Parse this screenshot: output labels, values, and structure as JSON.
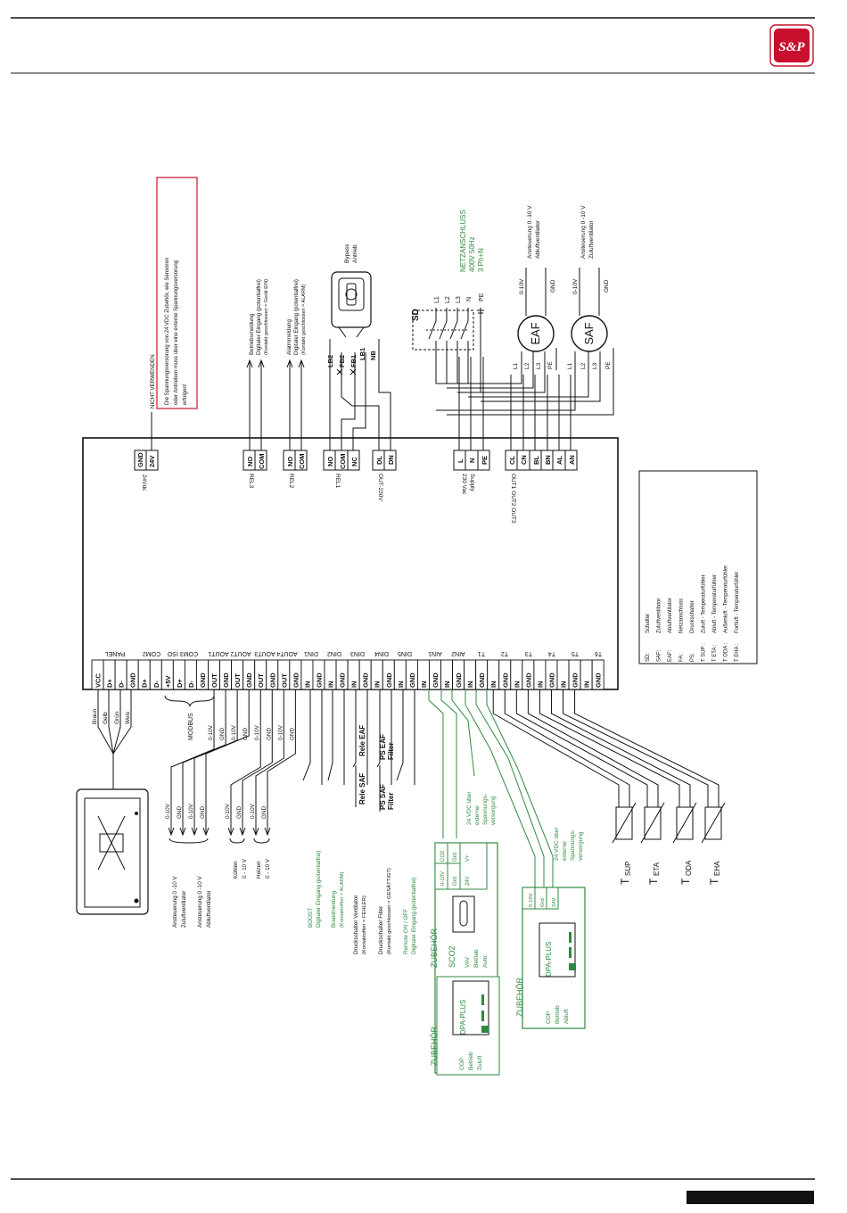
{
  "header": {
    "logo_text": "S&P",
    "logo_color": "#c8102e"
  },
  "footer": {
    "bar_color": "#111111"
  },
  "colors": {
    "wire": "#111111",
    "accessory": "#2d8a3e",
    "note_border": "#c8102e"
  },
  "top": {
    "gnd": "GND",
    "v24": "24V",
    "v24dc": "24Vdc",
    "nicht": "NICHT VERWENDEN",
    "note": [
      "Die Spannungsversorung von 24 VDC Zubehör, wie Sensoren",
      "oder Antrieben muss über eine externe Spannungsversorung",
      "erfolgen!"
    ],
    "rel3_label": "REL3",
    "rel2_label": "REL2",
    "rel1_label": "REL1",
    "no": "NO",
    "com": "COM",
    "nc": "NC",
    "betrieb": [
      "Betriebsmeldung",
      "Digitaler Eingang (potentialfrei)",
      "(Kontakt geschlossen = Gerät EIN)"
    ],
    "alarm": [
      "Alarmmeldung",
      "Digitaler Eingang (potentialfrei)",
      "(Kontakt geschlossen = ALARM)"
    ],
    "bypass": [
      "Bypass",
      "Antrieb"
    ],
    "lb2": "LB2",
    "fb2": "FB2",
    "fb1": "FB1",
    "lb1": "LB1",
    "nb": "NB",
    "dl": "DL",
    "dn": "DN",
    "out230": "OUT-230V",
    "netz": [
      "NETZANSCHLUSS",
      "400V 50Hz",
      "3 Ph+N"
    ],
    "sd": "SD",
    "phases": [
      "L1",
      "L2",
      "L3",
      "N",
      "PE"
    ],
    "eaf": "EAF",
    "saf": "SAF",
    "fan_terms": [
      "L1",
      "L2",
      "L3",
      "PE"
    ],
    "ctrl": [
      "0-10V",
      "GND"
    ],
    "eaf_ctrl": [
      "Ansteuerung 0 -10 V",
      "Abluftventilator"
    ],
    "saf_ctrl": [
      "Ansteuerung 0 -10 V",
      "Zuluftventilator"
    ],
    "supply_terms": [
      "L",
      "N",
      "PE"
    ],
    "vac230": "230 Vac",
    "supply": "Supply",
    "out_terms": [
      "CL",
      "CN",
      "BL",
      "BN",
      "AL",
      "AN"
    ],
    "outs": "OUT1 OUT2 OUT3"
  },
  "legend": [
    [
      "SD:",
      "Schalter"
    ],
    [
      "SAF:",
      "Zuluftventilator"
    ],
    [
      "EAF:",
      "Abluftventilator"
    ],
    [
      "FA:",
      "Netzanschluss"
    ],
    [
      "PS:",
      "Druckschalter"
    ],
    [
      "T SUP :",
      "Zuluft - Temperaturfühler"
    ],
    [
      "T ETA :",
      "Abluft - Temperaturfühler"
    ],
    [
      "T ODA :",
      "Außenluft - Temperaturfühler"
    ],
    [
      "T EHA :",
      "Fortluft - Temperaturfühler"
    ]
  ],
  "bottom": {
    "groups": [
      "PANEL",
      "COM2",
      "COM3 ISO",
      "AOUT1",
      "AOUT2",
      "AOUT3",
      "AOUT4",
      "DIN1",
      "DIN2",
      "DIN3",
      "DIN4",
      "DIN5",
      "AIN1",
      "AIN2",
      "T1",
      "T2",
      "T3",
      "T4",
      "T5",
      "T6"
    ],
    "terms": [
      "VCC",
      "D+",
      "D-",
      "GND",
      "D+",
      "D-",
      "+5V",
      "D+",
      "D-",
      "GND",
      "OUT",
      "GND",
      "OUT",
      "GND",
      "OUT",
      "GND",
      "OUT",
      "GND",
      "IN",
      "GND",
      "IN",
      "GND",
      "IN",
      "GND",
      "IN",
      "GND",
      "IN",
      "GND",
      "IN",
      "GND",
      "IN",
      "GND",
      "IN",
      "GND",
      "IN",
      "GND",
      "IN",
      "GND",
      "IN",
      "GND",
      "IN",
      "GND",
      "IN",
      "GND"
    ],
    "panel_wires": [
      "Braun",
      "Gelb",
      "Grün",
      "Weis"
    ],
    "modbus": "MODBUS",
    "aout_wires": [
      "0-10V",
      "GND",
      "0-10V",
      "GND",
      "0-10V",
      "GND",
      "0-10V",
      "GND"
    ],
    "aout_ends": [
      "0-10V",
      "GND",
      "0-10V",
      "GND",
      "0-10V",
      "GND",
      "0-10V",
      "GND"
    ],
    "zuluft": [
      "Ansteuerung 0 -10 V",
      "Zuluftventilator"
    ],
    "abluft": [
      "Ansteuerung 0 -10 V",
      "Abluftventilator"
    ],
    "kuehlen": [
      "Kühlen",
      "0 - 10 V"
    ],
    "heizen": [
      "Heizen",
      "0 - 10 V"
    ],
    "rele_saf": "Rele SAF",
    "rele_eaf": "Rele EAF",
    "ps_saf": [
      "PS SAF",
      "Filter"
    ],
    "ps_eaf": [
      "PS EAF",
      "Filter"
    ],
    "boost": [
      "BOOST",
      "Digitaler Eingang (potentialfrei)"
    ],
    "brand": [
      "Brandmeldung",
      "(Kontaktoffen = ALARM)"
    ],
    "druck_vent": [
      "Druckschalter Ventilator",
      "(Kontaktoffen = FEHLER)"
    ],
    "druck_filter": [
      "Druckschalter Filter",
      "(Kontakt geschlossen = GESÄTTIGT)"
    ],
    "remote": [
      "Remote ON / OFF",
      "Digitaler Eingang (potentialfrei)"
    ],
    "v24_ext": [
      "24 VDC über",
      "externe",
      "Spannungs-",
      "versorgung"
    ],
    "zubehor": "ZUBEHÖR",
    "sco2": [
      "SCO2",
      "VAV",
      "Betrieb",
      "Auto"
    ],
    "sco2_terms": [
      "0-10V",
      "Grd",
      "24V",
      "CO2",
      "Grd",
      "V+"
    ],
    "dpa": "DPA-PLUS",
    "cop_zu": [
      "COP",
      "Betrieb",
      "Zuluft"
    ],
    "cop_ab": [
      "COP",
      "Betrieb",
      "Abluft"
    ],
    "dpa_terms": [
      "0-10V",
      "Grd",
      "24V"
    ],
    "sensors": [
      [
        "T",
        "SUP"
      ],
      [
        "T",
        "ETA"
      ],
      [
        "T",
        "ODA"
      ],
      [
        "T",
        "EHA"
      ]
    ]
  }
}
